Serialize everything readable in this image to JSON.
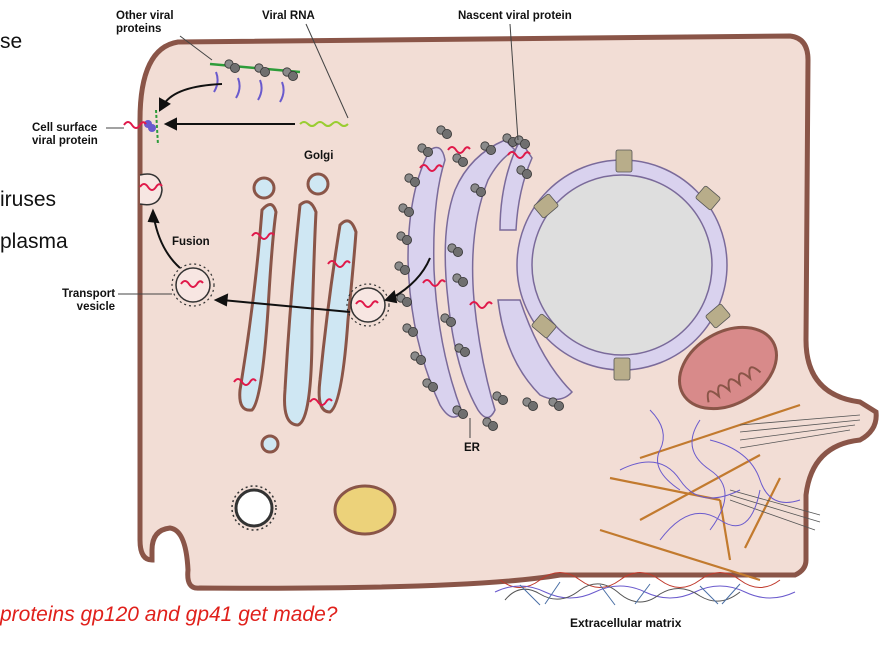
{
  "slide": {
    "text_fragments": [
      "se",
      "iruses",
      "plasma"
    ],
    "question": "proteins gp120 and gp41 get made?"
  },
  "labels": {
    "other_viral_proteins_1": "Other viral",
    "other_viral_proteins_2": "proteins",
    "viral_rna": "Viral RNA",
    "nascent_viral_protein": "Nascent viral protein",
    "cell_surface_1": "Cell surface",
    "cell_surface_2": "viral protein",
    "golgi": "Golgi",
    "fusion": "Fusion",
    "transport_1": "Transport",
    "transport_2": "vesicle",
    "er": "ER",
    "extracellular_matrix": "Extracellular matrix"
  },
  "colors": {
    "cytoplasm": "#f2ddd5",
    "membrane": "#8a5548",
    "er": "#d9d2ee",
    "golgi": "#cfe7f3",
    "nucleus": "#dedede",
    "mitochondrion": "#d88a8a",
    "viral_protein": "#e0194a",
    "ribosome": "#7a7a7a",
    "vesicle_fill": "#ecd27a",
    "fibers": "#c27a2e",
    "matrix_red": "#c0392b",
    "matrix_blue": "#6a5acd",
    "question": "#e0201b"
  }
}
